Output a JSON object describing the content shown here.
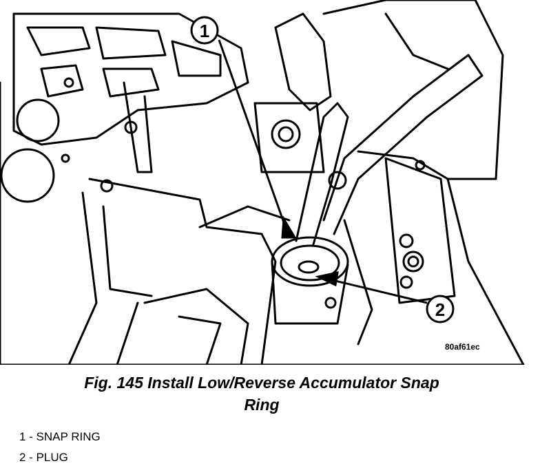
{
  "figure": {
    "callouts": [
      {
        "number": "1"
      },
      {
        "number": "2"
      }
    ],
    "reference_code": "80af61ec",
    "caption_line1": "Fig. 145 Install Low/Reverse Accumulator Snap",
    "caption_line2": "Ring"
  },
  "legend": {
    "items": [
      {
        "label": "1 - SNAP RING"
      },
      {
        "label": "2 - PLUG"
      }
    ]
  }
}
